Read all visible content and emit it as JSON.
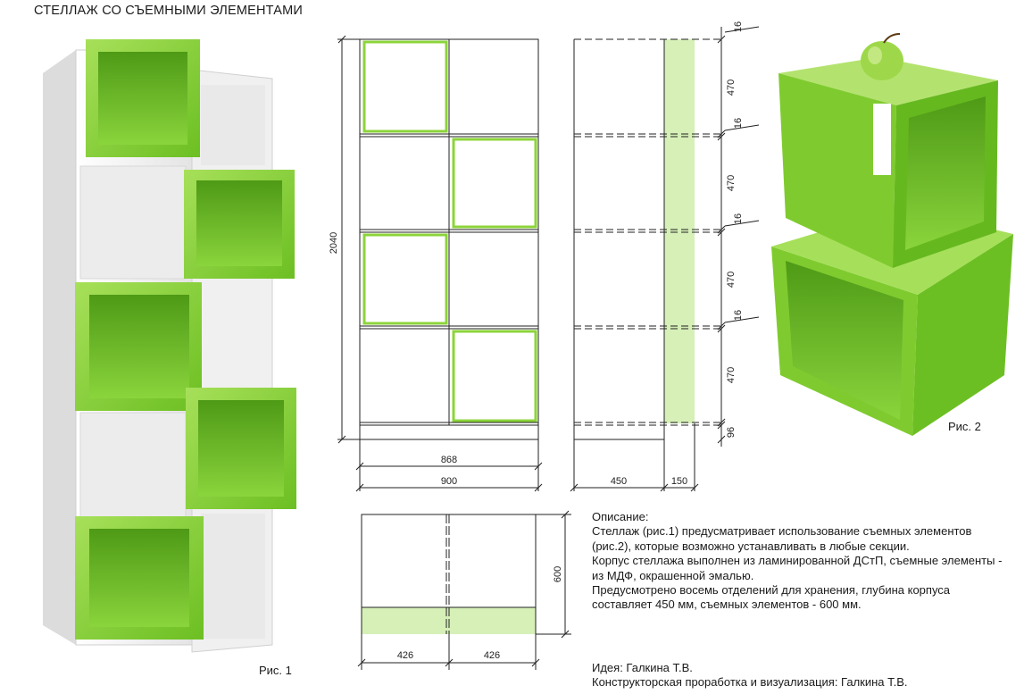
{
  "title": "СТЕЛЛАЖ СО СЪЕМНЫМИ ЭЛЕМЕНТАМИ",
  "figures": {
    "fig1_caption": "Рис. 1",
    "fig2_caption": "Рис. 2"
  },
  "front_view_dims": {
    "height": "2040",
    "inner_width": "868",
    "outer_width": "900"
  },
  "side_view_dims": {
    "shelf_thickness": "16",
    "section_height": "470",
    "plinth": "96",
    "body_depth": "450",
    "insert_protrusion": "150"
  },
  "top_view_dims": {
    "depth": "600",
    "left_width": "426",
    "right_width": "426"
  },
  "description": {
    "heading": "Описание:",
    "line1": "Стеллаж (рис.1) предусматривает использование съемных элементов (рис.2), которые возможно устанавливать в любые секции.",
    "line2": "Корпус стеллажа выполнен из ламинированной ДСтП, съемные элементы - из МДФ, окрашенной эмалью.",
    "line3": "Предусмотрено восемь отделений для хранения, глубина корпуса составляет 450 мм, съемных элементов - 600 мм."
  },
  "credits": {
    "idea": "Идея: Галкина Т.В.",
    "design": "Конструкторская проработка и визуализация: Галкина Т.В."
  },
  "colors": {
    "green": "#8cd43a",
    "green_dark": "#5fa81f",
    "green_light": "#d6f0b8",
    "white_body": "#f2f2f2",
    "line": "#222222"
  }
}
